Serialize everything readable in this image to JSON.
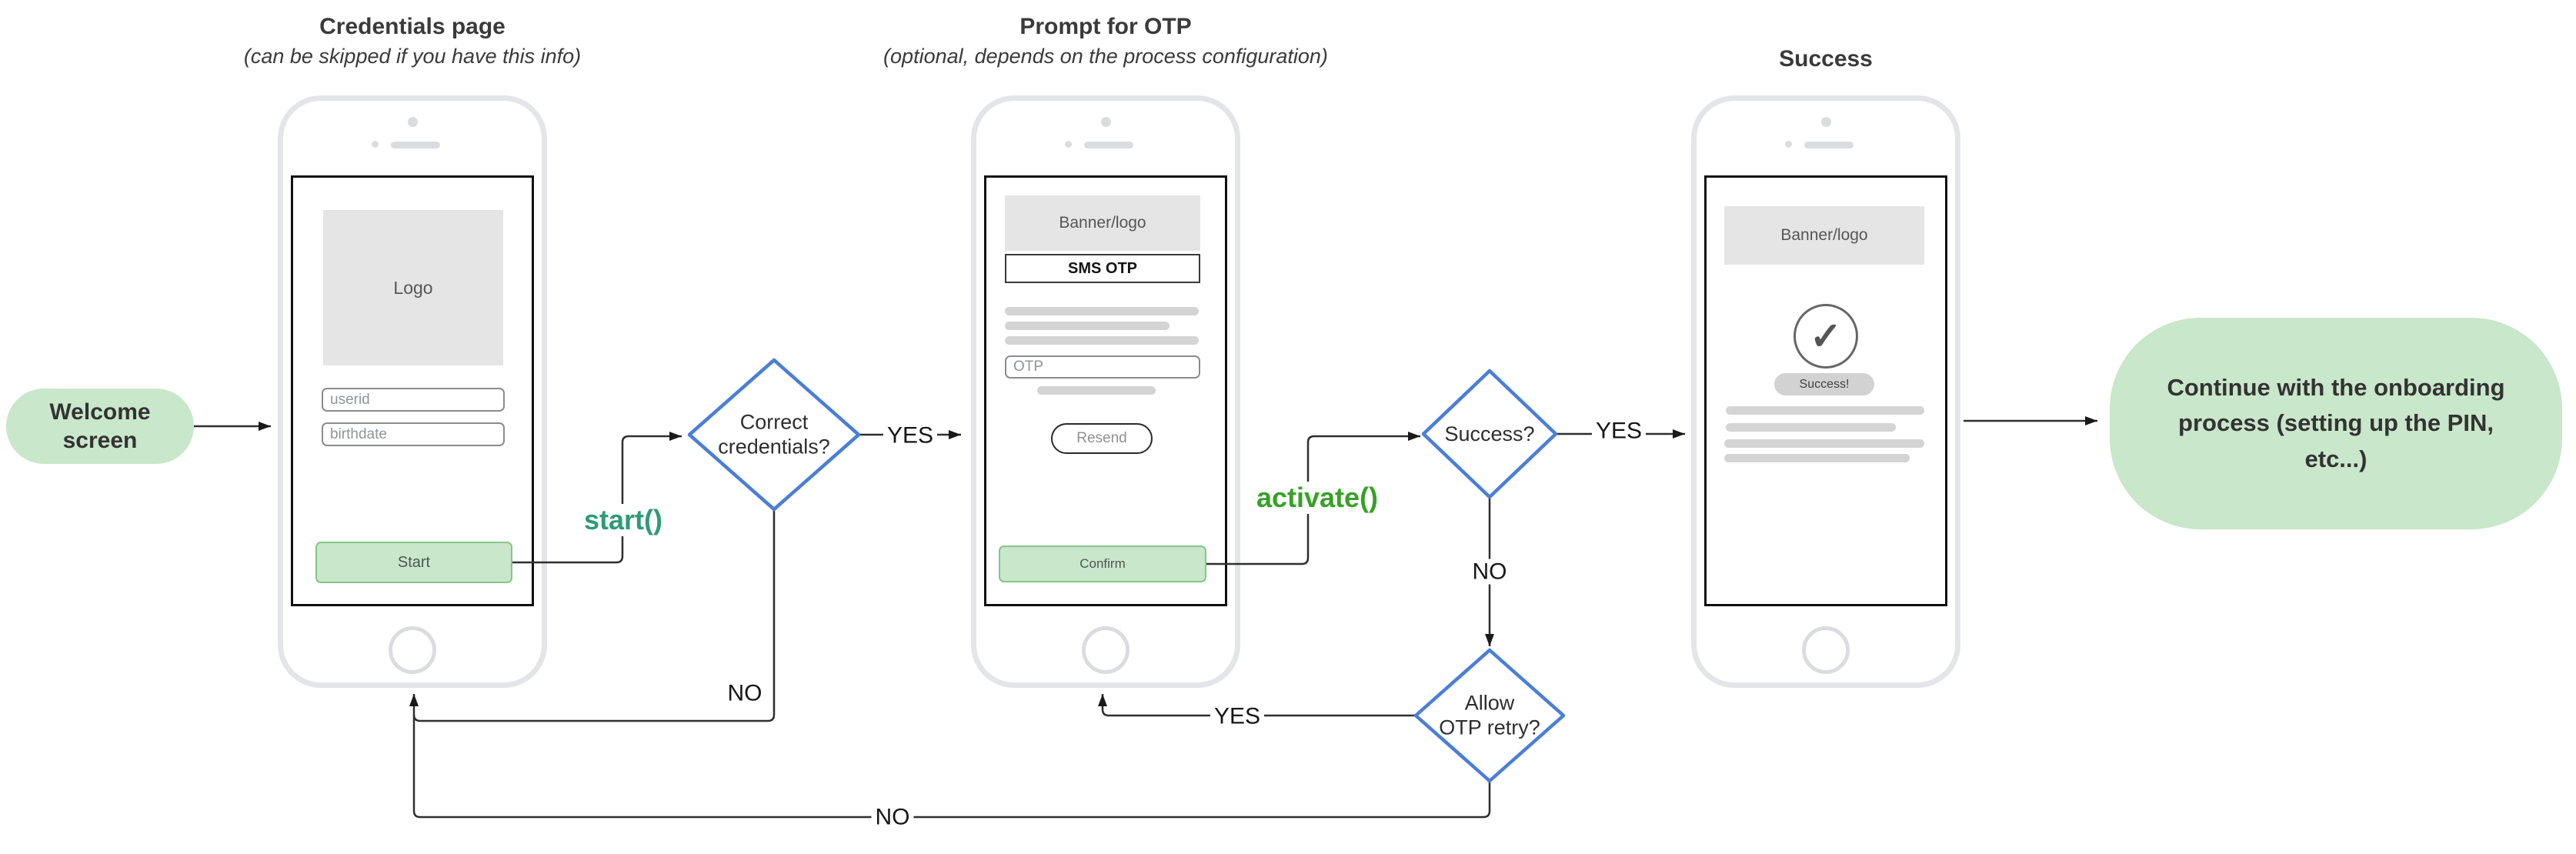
{
  "sections": {
    "credentials": {
      "title": "Credentials page",
      "subtitle": "(can be skipped if you have this info)"
    },
    "otp": {
      "title": "Prompt for OTP",
      "subtitle": "(optional, depends on the process configuration)"
    },
    "success": {
      "title": "Success"
    }
  },
  "nodes": {
    "welcome": {
      "label": "Welcome\nscreen"
    },
    "continue": {
      "label": "Continue with the onboarding\nprocess (setting up the PIN,\netc...)"
    }
  },
  "phone_credentials": {
    "logo": "Logo",
    "userid_placeholder": "userid",
    "birthdate_placeholder": "birthdate",
    "start_button": "Start"
  },
  "phone_otp": {
    "banner": "Banner/logo",
    "header": "SMS OTP",
    "otp_placeholder": "OTP",
    "resend_button": "Resend",
    "confirm_button": "Confirm"
  },
  "phone_success": {
    "banner": "Banner/logo",
    "checkmark": "✓",
    "badge": "Success!"
  },
  "decisions": {
    "credentials": {
      "label": "Correct\ncredentials?"
    },
    "success": {
      "label": "Success?"
    },
    "retry": {
      "label": "Allow\nOTP retry?"
    }
  },
  "edge_labels": {
    "credentials_yes": "YES",
    "credentials_no": "NO",
    "success_yes": "YES",
    "success_no": "NO",
    "retry_yes": "YES",
    "retry_no": "NO"
  },
  "api_calls": {
    "start": "start()",
    "activate": "activate()"
  },
  "colors": {
    "node_green": "#c9e7ca",
    "button_green_border": "#86c588",
    "decision_blue": "#4a7ed9",
    "start_call": "#2d9b76",
    "activate_call": "#38a128",
    "line": "#2f2f2f",
    "placeholder_gray": "#d4d4d4"
  }
}
